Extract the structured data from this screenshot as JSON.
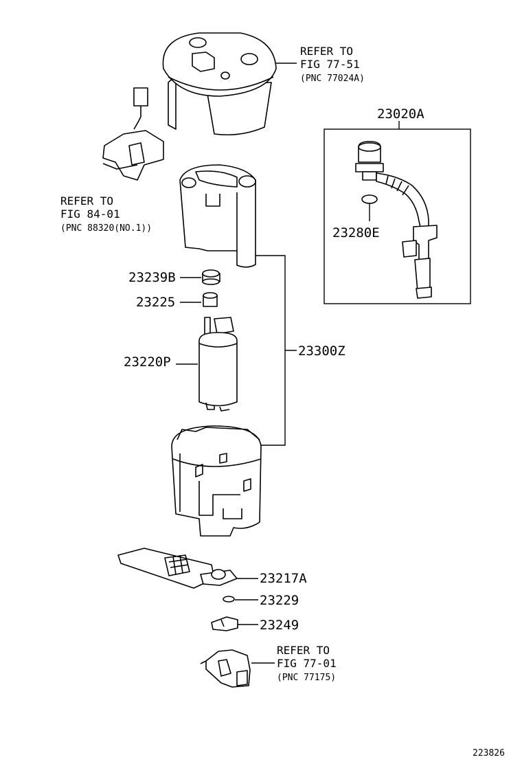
{
  "refs": {
    "top_cover": {
      "line1": "REFER TO",
      "line2": "FIG 77-51",
      "line3": "(PNC 77024A)"
    },
    "sender": {
      "line1": "REFER TO",
      "line2": "FIG 84-01",
      "line3": "(PNC 88320(NO.1))"
    },
    "bottom_bracket": {
      "line1": "REFER TO",
      "line2": "FIG 77-01",
      "line3": "(PNC 77175)"
    }
  },
  "parts": {
    "p23020A": "23020A",
    "p23280E": "23280E",
    "p23239B": "23239B",
    "p23225": "23225",
    "p23220P": "23220P",
    "p23300Z": "23300Z",
    "p23217A": "23217A",
    "p23229": "23229",
    "p23249": "23249"
  },
  "figure_id": "223826"
}
